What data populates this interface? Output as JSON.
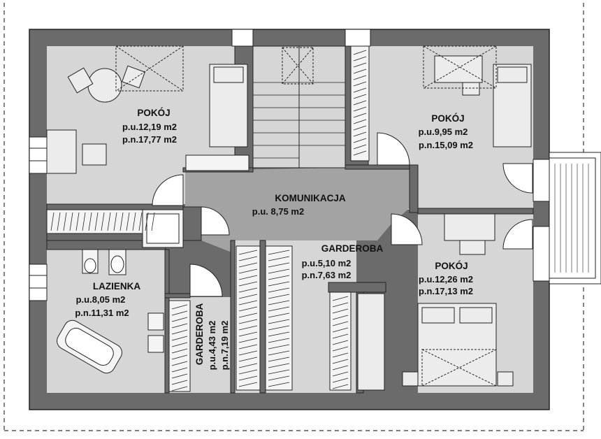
{
  "rooms": {
    "bedroom_nw": {
      "name": "POKÓJ",
      "usable": "p.u.12,19 m2",
      "floor": "p.n.17,77 m2"
    },
    "bedroom_ne": {
      "name": "POKÓJ",
      "usable": "p.u.9,95 m2",
      "floor": "p.n.15,09 m2"
    },
    "bedroom_se": {
      "name": "POKÓJ",
      "usable": "p.u.12,26 m2",
      "floor": "p.n.17,13 m2"
    },
    "hall": {
      "name": "KOMUNIKACJA",
      "usable": "p.u. 8,75 m2"
    },
    "wardrobe_mid": {
      "name": "GARDEROBA",
      "usable": "p.u.5,10 m2",
      "floor": "p.n.7,63 m2"
    },
    "bathroom": {
      "name": "LAZIENKA",
      "usable": "p.u.8,05 m2",
      "floor": "p.n.11,31 m2"
    },
    "wardrobe_small": {
      "name": "GARDEROBA",
      "usable": "p.u.4,43 m2",
      "floor": "p.n.7,19 m2"
    }
  },
  "colors": {
    "wall": "#6b6b6b",
    "room_floor": "#d6d6d6",
    "hall_floor": "#a3a3a3",
    "furniture": "#ececec",
    "outline": "#222222"
  }
}
